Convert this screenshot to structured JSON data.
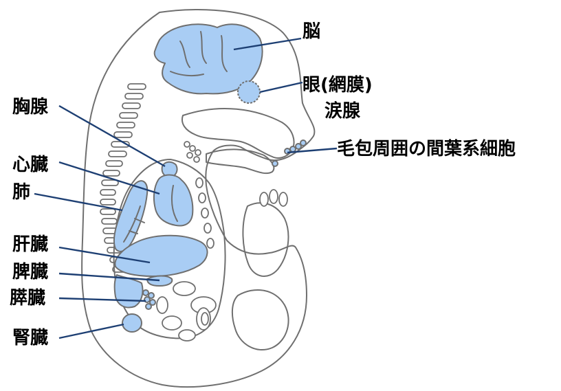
{
  "labels": {
    "brain": "脳",
    "eye": "眼(網膜)",
    "lacrimal": "涙腺",
    "hair_follicle": "毛包周囲の間葉系細胞",
    "thymus": "胸腺",
    "heart": "心臓",
    "lung": "肺",
    "liver": "肝臓",
    "spleen": "脾臓",
    "pancreas": "膵臓",
    "kidney": "腎臓"
  },
  "colors": {
    "organ_fill": "#a9cdf4",
    "outline": "#6f6f6f",
    "leader": "#1d3f73"
  }
}
